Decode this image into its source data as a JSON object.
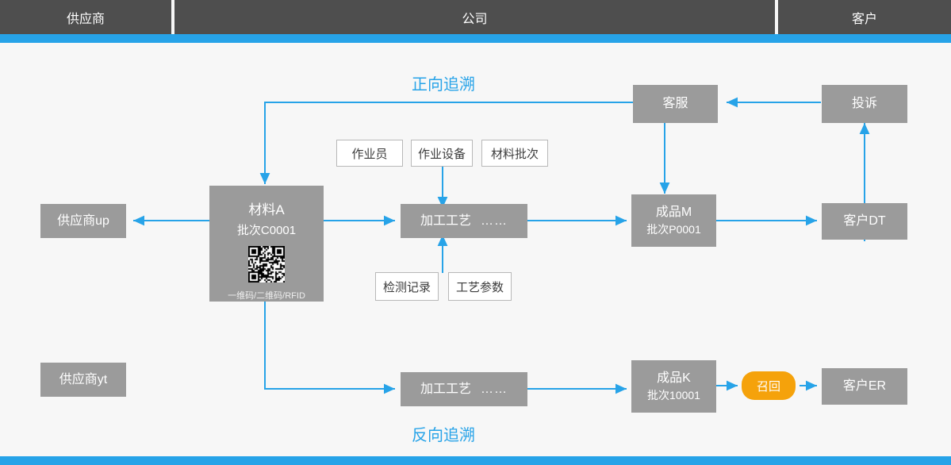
{
  "header": {
    "columns": [
      {
        "label": "供应商"
      },
      {
        "label": "公司"
      },
      {
        "label": "客户"
      }
    ]
  },
  "diagram": {
    "forward_label": "正向追溯",
    "reverse_label": "反向追溯",
    "nodes": [
      {
        "id": "supplier-up",
        "label": "供应商up"
      },
      {
        "id": "supplier-yt",
        "label": "供应商yt"
      },
      {
        "id": "material-a",
        "label": "材料A",
        "sub": "批次C0001",
        "code_caption": "一维码/二维码/RFID",
        "symbol": "qr-code"
      },
      {
        "id": "process-top",
        "label": "加工工艺",
        "suffix": "……"
      },
      {
        "id": "process-bottom",
        "label": "加工工艺",
        "suffix": "……"
      },
      {
        "id": "product-m",
        "label": "成品M",
        "sub": "批次P0001"
      },
      {
        "id": "product-k",
        "label": "成品K",
        "sub": "批次10001"
      },
      {
        "id": "customer-service",
        "label": "客服"
      },
      {
        "id": "complaint",
        "label": "投诉"
      },
      {
        "id": "customer-dt",
        "label": "客户DT"
      },
      {
        "id": "customer-er",
        "label": "客户ER"
      },
      {
        "id": "recall",
        "label": "召回"
      }
    ],
    "attributes": [
      {
        "id": "operator",
        "label": "作业员"
      },
      {
        "id": "equipment",
        "label": "作业设备"
      },
      {
        "id": "material-batch",
        "label": "材料批次"
      },
      {
        "id": "inspection-record",
        "label": "检测记录"
      },
      {
        "id": "process-parameter",
        "label": "工艺参数"
      }
    ],
    "colors": {
      "accent": "#27a3e8",
      "node": "#9b9b9b",
      "header": "#4e4e4e",
      "recall": "#f5a20b",
      "background": "#f7f7f7"
    }
  }
}
